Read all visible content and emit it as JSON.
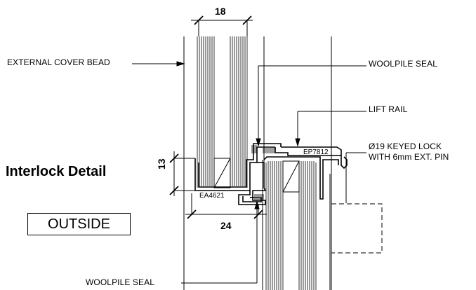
{
  "title": "Interlock Detail",
  "outside_label": "OUTSIDE",
  "callouts": {
    "external_cover_bead": "EXTERNAL COVER BEAD",
    "woolpile_seal_top": "WOOLPILE SEAL",
    "lift_rail": "LIFT RAIL",
    "keyed_lock_line1": "Ø19 KEYED LOCK",
    "keyed_lock_line2": "WITH 6mm EXT. PIN",
    "woolpile_seal_bottom": "WOOLPILE SEAL"
  },
  "dimensions": {
    "top_width": "18",
    "bottom_width": "24",
    "side_height": "13"
  },
  "part_codes": {
    "left_profile": "EA4621",
    "right_profile": "EP7812"
  },
  "colors": {
    "line": "#000000",
    "background": "#ffffff"
  }
}
